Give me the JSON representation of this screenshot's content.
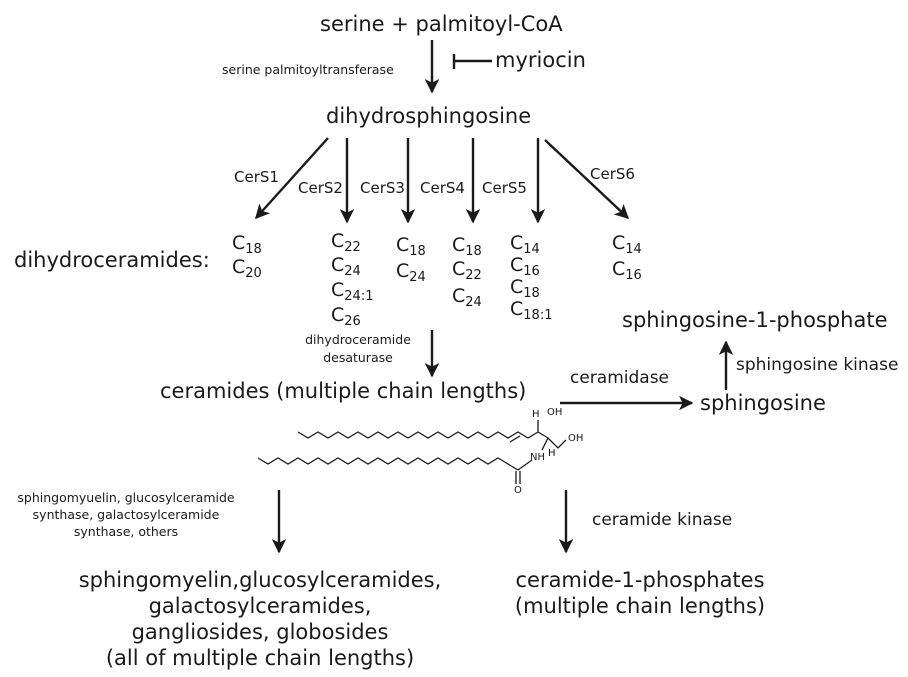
{
  "nodes": {
    "substrates": "serine  + palmitoyl-CoA",
    "dihydrosphingosine": "dihydrosphingosine",
    "dihydroceramides_label": "dihydroceramides:",
    "ceramides": "ceramides (multiple chain lengths)",
    "sphingosine": "sphingosine",
    "s1p": "sphingosine-1-phosphate",
    "complex_1": "sphingomyelin,glucosylceramides,",
    "complex_2": "galactosylceramides,",
    "complex_3": "gangliosides, globosides",
    "complex_4": "(all of multiple chain lengths)",
    "c1p_1": "ceramide-1-phosphates",
    "c1p_2": "(multiple chain lengths)"
  },
  "enzymes": {
    "spt": "serine palmitoyltransferase",
    "myriocin": "myriocin",
    "cers1": "CerS1",
    "cers2": "CerS2",
    "cers3": "CerS3",
    "cers4": "CerS4",
    "cers5": "CerS5",
    "cers6": "CerS6",
    "desaturase_1": "dihydroceramide",
    "desaturase_2": "desaturase",
    "ceramidase": "ceramidase",
    "sphingosine_kinase": "sphingosine kinase",
    "ceramide_kinase": "ceramide kinase",
    "complex_enzymes": "sphingomyuelin, glucosylceramide synthase, galactosylceramide synthase, others"
  },
  "chain_lengths": {
    "cers1": [
      "18",
      "20"
    ],
    "cers2": [
      "22",
      "24",
      "24:1",
      "26"
    ],
    "cers3": [
      "18",
      "24"
    ],
    "cers4": [
      "18",
      "22",
      "24"
    ],
    "cers5": [
      "14",
      "16",
      "18",
      "18:1"
    ],
    "cers6": [
      "14",
      "16"
    ],
    "carbon_symbol": "C"
  },
  "molecule": {
    "h_top": "H",
    "oh_top": "OH",
    "oh_right": "OH",
    "nh": "NH",
    "h_nh": "H",
    "o": "O"
  }
}
